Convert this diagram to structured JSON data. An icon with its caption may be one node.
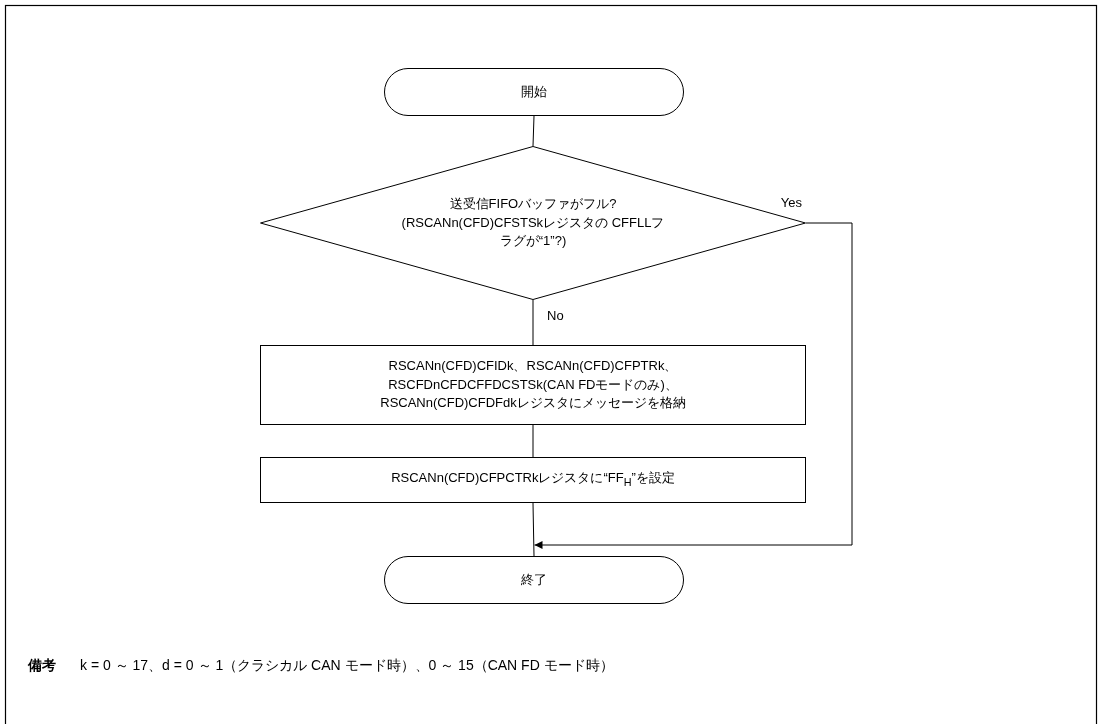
{
  "diagram": {
    "nodes": [
      {
        "text": [
          "開始"
        ]
      },
      {
        "text": [
          "送受信FIFOバッファがフル? (RSCANn(CFD)CFSTSkレジスタの CFFLLフラグが“1”?)"
        ]
      },
      {
        "text": [
          "RSCANn(CFD)CFIDk、RSCANn(CFD)CFPTRk、 RSCFDnCFDCFFDCSTSk(CAN FDモードのみ)、 RSCANn(CFD)CFDFdkレジスタにメッセージを格納"
        ]
      },
      {
        "text": [
          "RSCANn(CFD)CFPCTRkレジスタに“FF$_{H}$”を設定"
        ]
      },
      {
        "text": [
          "終了"
        ]
      }
    ],
    "edges": [
      {
        "from": 0,
        "to": 1,
        "arrow": "none"
      },
      {
        "from": 1,
        "to": 2,
        "arrow": "none",
        "label": "No"
      },
      {
        "from": 2,
        "to": 3,
        "arrow": "none"
      },
      {
        "from": 3,
        "to": 4,
        "arrow": "none"
      },
      {
        "from": 1,
        "to": 4,
        "arrow": "to",
        "label": "Yes"
      }
    ],
    "labels": [
      "備考",
      "k = 0 ～ 17、d = 0 ～ 1（クラシカル CAN モード時）、0 ～ 15（CAN FD モード時）"
    ]
  }
}
